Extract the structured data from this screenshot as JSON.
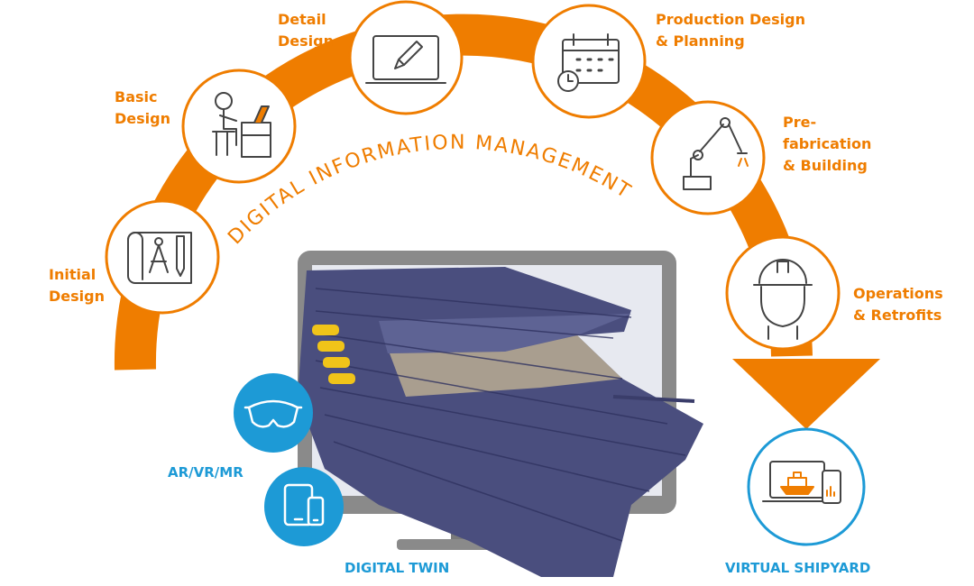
{
  "arc_title": "DIGITAL INFORMATION MANAGEMENT",
  "colors": {
    "accent": "#ef7d00",
    "blue": "#1d9ad6",
    "icon_stroke": "#444444",
    "monitor": "#8a8a8a",
    "ship_hull": "#4a4e7e",
    "ship_deck": "#c9b996",
    "lifeboat": "#f0c419"
  },
  "stages": [
    {
      "label": "Initial\nDesign",
      "icon": "blueprint-compass-icon"
    },
    {
      "label": "Basic\nDesign",
      "icon": "designer-at-desk-icon"
    },
    {
      "label": "Detail\nDesign",
      "icon": "laptop-pencil-icon"
    },
    {
      "label": "Production Design\n& Planning",
      "icon": "calendar-clock-icon"
    },
    {
      "label": "Pre-\nfabrication\n& Building",
      "icon": "robot-arm-icon"
    },
    {
      "label": "Operations\n& Retrofits",
      "icon": "hard-hat-worker-icon"
    }
  ],
  "devices": {
    "label": "AR/VR/MR",
    "items": [
      {
        "icon": "vr-headset-icon"
      },
      {
        "icon": "tablet-phone-icon"
      }
    ]
  },
  "digital_twin_label": "DIGITAL TWIN",
  "virtual_shipyard_label": "VIRTUAL SHIPYARD",
  "virtual_shipyard_icon": "laptop-ship-dashboard-icon"
}
